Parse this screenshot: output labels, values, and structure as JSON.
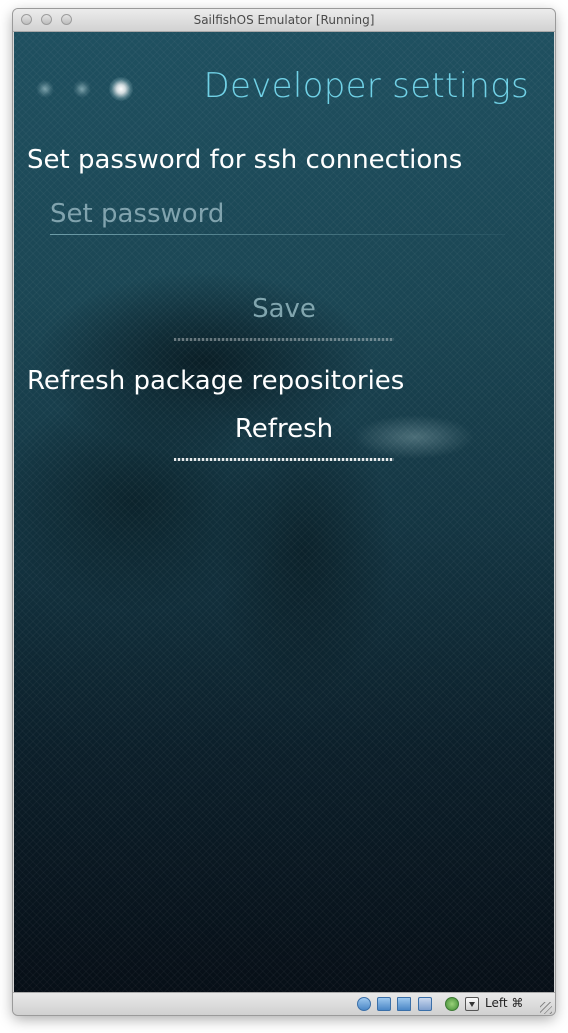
{
  "window": {
    "title": "SailfishOS Emulator [Running]"
  },
  "page": {
    "title": "Developer settings",
    "pager_dots": 3,
    "active_dot": 3
  },
  "ssh": {
    "label": "Set password for ssh connections",
    "password_placeholder": "Set password",
    "password_value": "",
    "save_label": "Save"
  },
  "repos": {
    "label": "Refresh package repositories",
    "refresh_label": "Refresh"
  },
  "statusbar": {
    "host_key": "Left ⌘",
    "icons": [
      "hard-disk-icon",
      "network-icon",
      "shared-folder-icon",
      "usb-icon",
      "cpu-virtualization-icon",
      "keyboard-capture-icon"
    ]
  },
  "colors": {
    "accent": "#6fd1e6",
    "text_primary": "#ffffff",
    "text_secondary": "#7fa4ad",
    "background_top": "#1f5060",
    "background_bottom": "#070f17"
  }
}
